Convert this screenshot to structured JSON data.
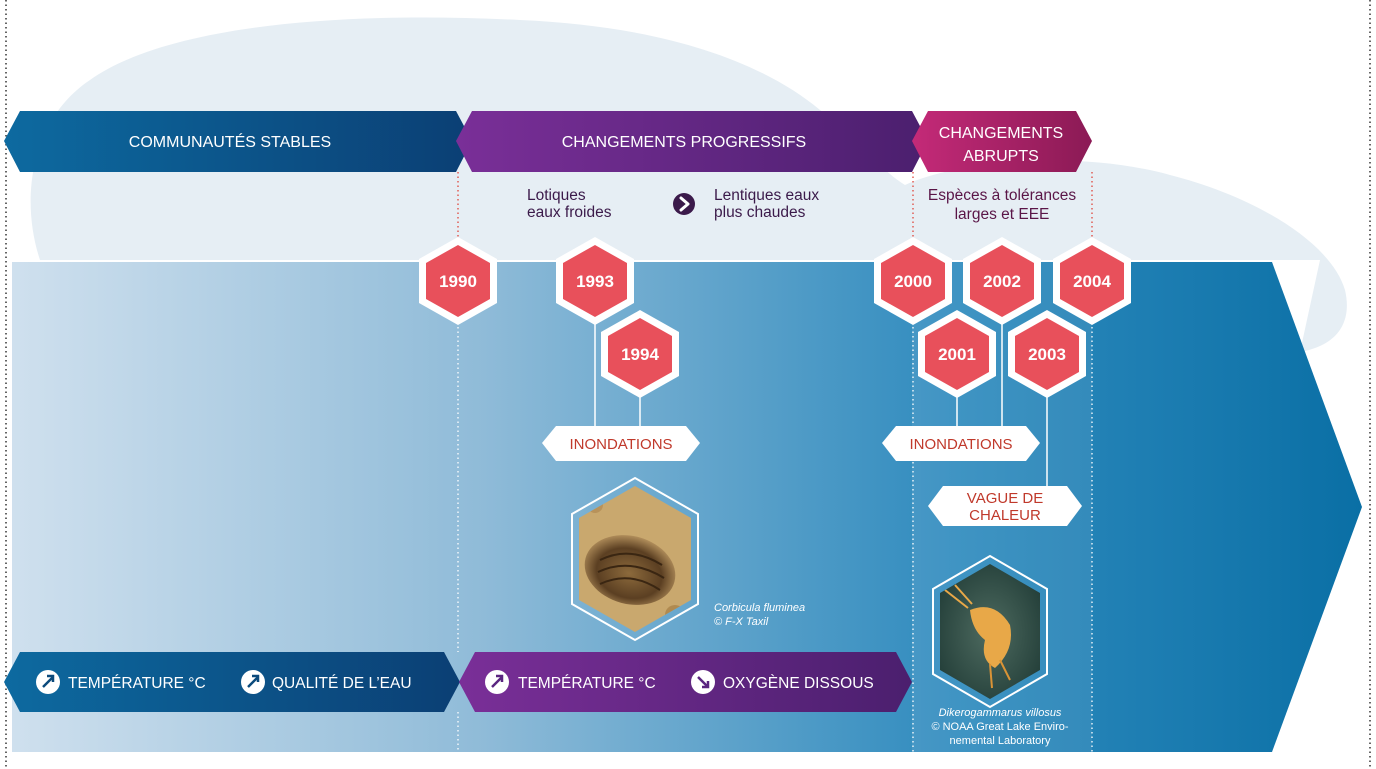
{
  "phases": {
    "stable": "COMMUNAUTÉS STABLES",
    "progressive": "CHANGEMENTS PROGRESSIFS",
    "abrupt_line1": "CHANGEMENTS",
    "abrupt_line2": "ABRUPTS"
  },
  "transition": {
    "from_line1": "Lotiques",
    "from_line2": "eaux froides",
    "to_line1": "Lentiques eaux",
    "to_line2": "plus chaudes",
    "arrow_icon": "chevron-right-icon"
  },
  "abrupt_note": {
    "line1": "Espèces à tolérances",
    "line2": "larges et EEE"
  },
  "years": [
    "1990",
    "1993",
    "1994",
    "2000",
    "2001",
    "2002",
    "2003",
    "2004"
  ],
  "events": {
    "flood_1": "INONDATIONS",
    "flood_2": "INONDATIONS",
    "heatwave_line1": "VAGUE DE",
    "heatwave_line2": "CHALEUR"
  },
  "species": {
    "corbicula_name": "Corbicula fluminea",
    "corbicula_credit": "© F-X Taxil",
    "dikero_name": "Dikerogammarus villosus",
    "dikero_credit_line1": "© NOAA Great Lake Enviro-",
    "dikero_credit_line2": "nemental Laboratory"
  },
  "indicators": {
    "stable_temp": "TEMPÉRATURE °C",
    "stable_quality": "QUALITÉ DE L’EAU",
    "progressive_temp": "TEMPÉRATURE °C",
    "progressive_oxygen": "OXYGÈNE DISSOUS",
    "up_icon": "arrow-up-right-icon",
    "down_icon": "arrow-down-right-icon"
  },
  "colors": {
    "blue_dark": "#0b4a7c",
    "purple": "#6a2a8c",
    "magenta": "#b8266a",
    "hex_red": "#e8505b",
    "dotted_red": "#e0463c",
    "band_light": "#cfe0ee",
    "band_dark": "#0b72a6"
  }
}
